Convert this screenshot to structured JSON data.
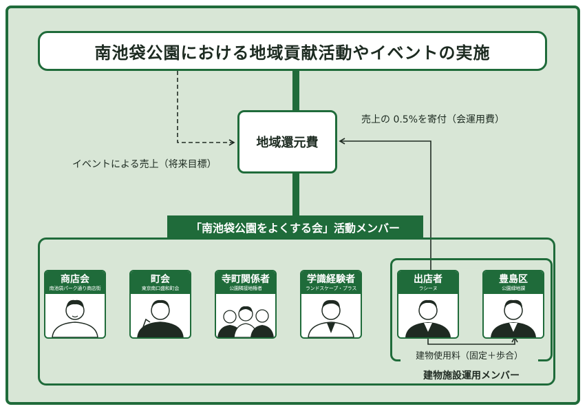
{
  "title": "南池袋公園における地域貢献活動やイベントの実施",
  "hub": "地域還元費",
  "label_event_sales": "イベントによる売上（将来目標）",
  "label_donation": "売上の 0.5%を寄付（会運用費）",
  "banner": "「南池袋公園をよくする会」活動メンバー",
  "members": [
    {
      "name": "商店会",
      "sub": "南池袋パーク通り商店街"
    },
    {
      "name": "町会",
      "sub": "東京南口盛和町会"
    },
    {
      "name": "寺町関係者",
      "sub": "公園隣接地権者"
    },
    {
      "name": "学識経験者",
      "sub": "ランドスケープ・プラス"
    },
    {
      "name": "出店者",
      "sub": "ラシーヌ"
    },
    {
      "name": "豊島区",
      "sub": "公園緑地課"
    }
  ],
  "building_fee": "建物使用料（固定＋歩合）",
  "building_members": "建物施設運用メンバー",
  "colors": {
    "green": "#1f6b3a",
    "panel": "#d8e6d6",
    "card": "#ffffff"
  },
  "icons": [
    "person-illustration-icon",
    "arrow-icon",
    "dashed-arrow-icon"
  ]
}
